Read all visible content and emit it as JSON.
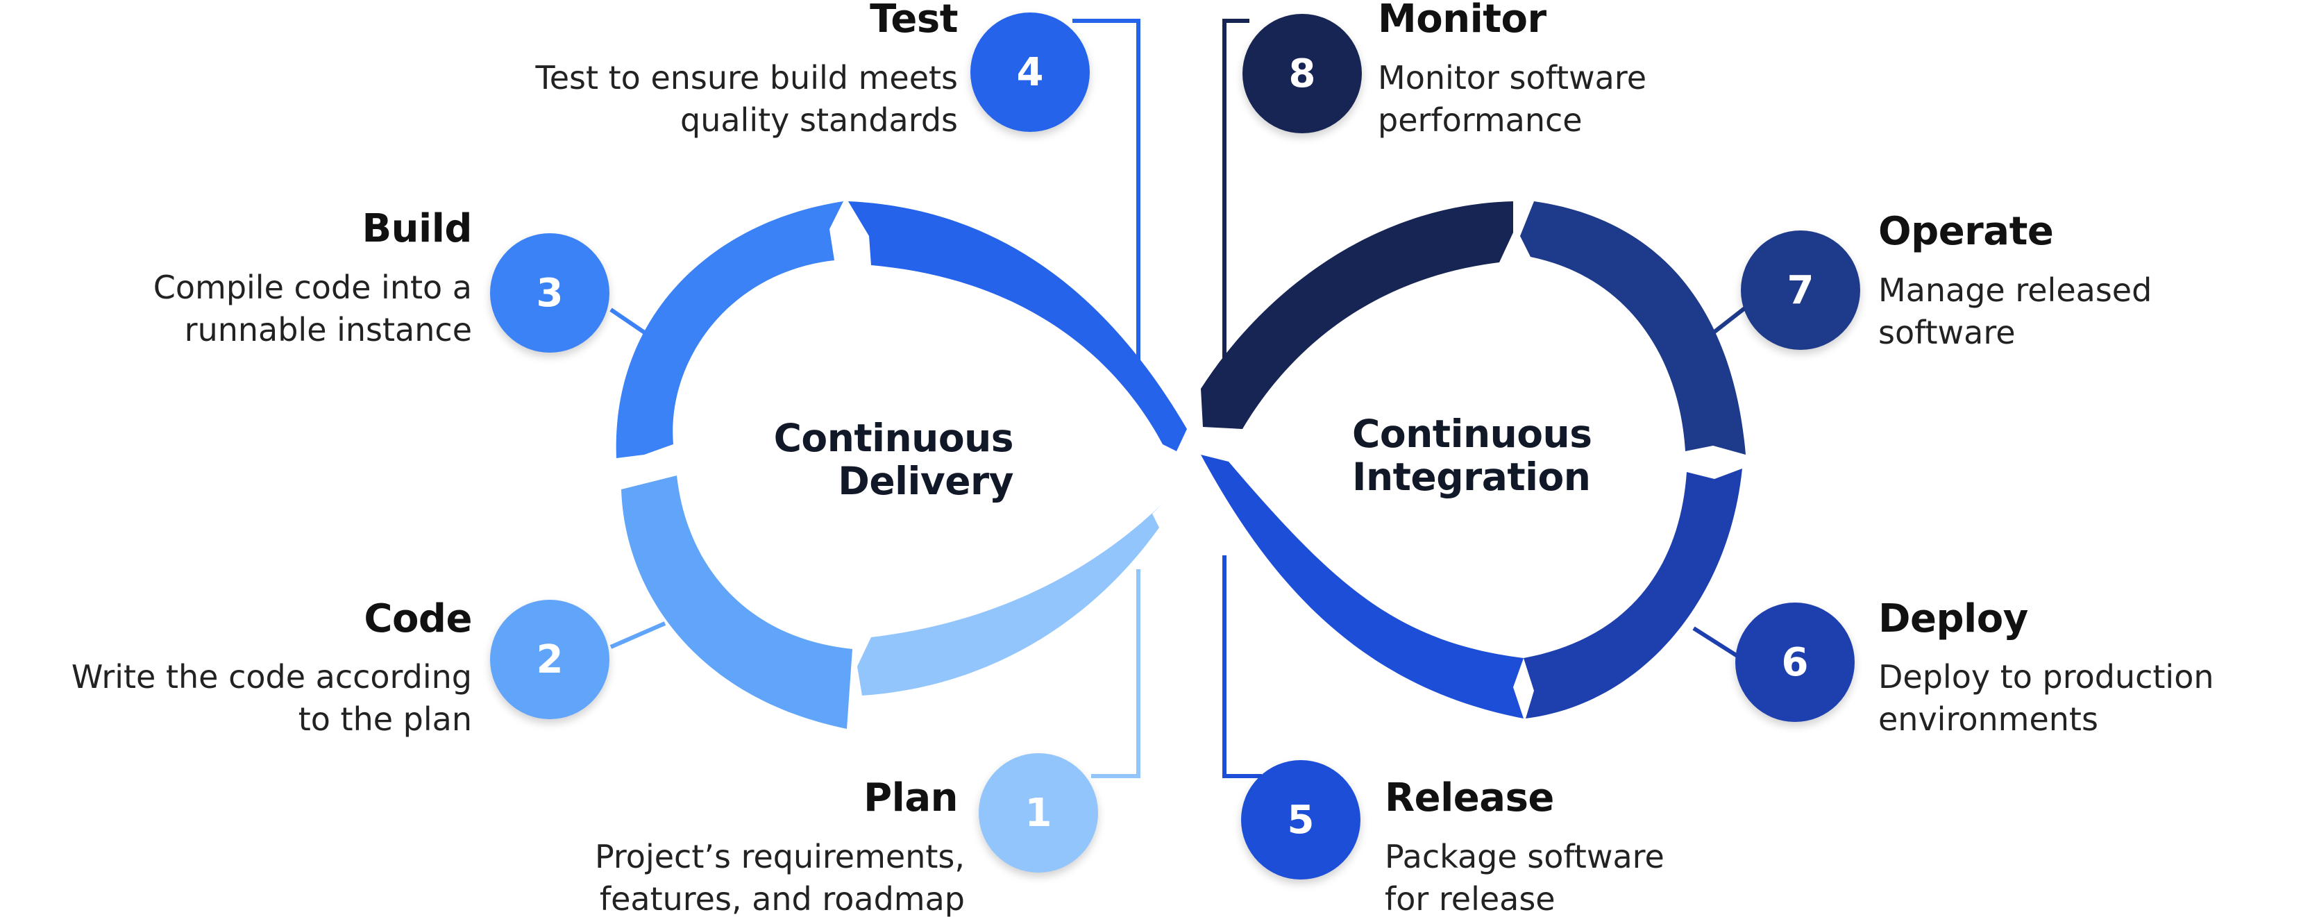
{
  "colors": {
    "plan": "#93c5fd",
    "code": "#60a5fa",
    "build": "#3b82f6",
    "test": "#2563eb",
    "release": "#1d4ed8",
    "deploy": "#1e40af",
    "operate": "#1e3a8a",
    "monitor": "#172554",
    "text": "#111111"
  },
  "center_labels": {
    "left": [
      "Continuous",
      "Delivery"
    ],
    "right": [
      "Continuous",
      "Integration"
    ]
  },
  "steps": [
    {
      "number": "1",
      "title": "Plan",
      "desc": [
        "Project’s requirements,",
        "features, and roadmap"
      ]
    },
    {
      "number": "2",
      "title": "Code",
      "desc": [
        "Write the code according",
        "to the plan"
      ]
    },
    {
      "number": "3",
      "title": "Build",
      "desc": [
        "Compile code into a",
        "runnable instance"
      ]
    },
    {
      "number": "4",
      "title": "Test",
      "desc": [
        "Test to ensure build meets",
        "quality standards"
      ]
    },
    {
      "number": "5",
      "title": "Release",
      "desc": [
        "Package software",
        "for release"
      ]
    },
    {
      "number": "6",
      "title": "Deploy",
      "desc": [
        "Deploy to production",
        "environments"
      ]
    },
    {
      "number": "7",
      "title": "Operate",
      "desc": [
        "Manage released",
        "software"
      ]
    },
    {
      "number": "8",
      "title": "Monitor",
      "desc": [
        "Monitor software",
        "performance"
      ]
    }
  ]
}
